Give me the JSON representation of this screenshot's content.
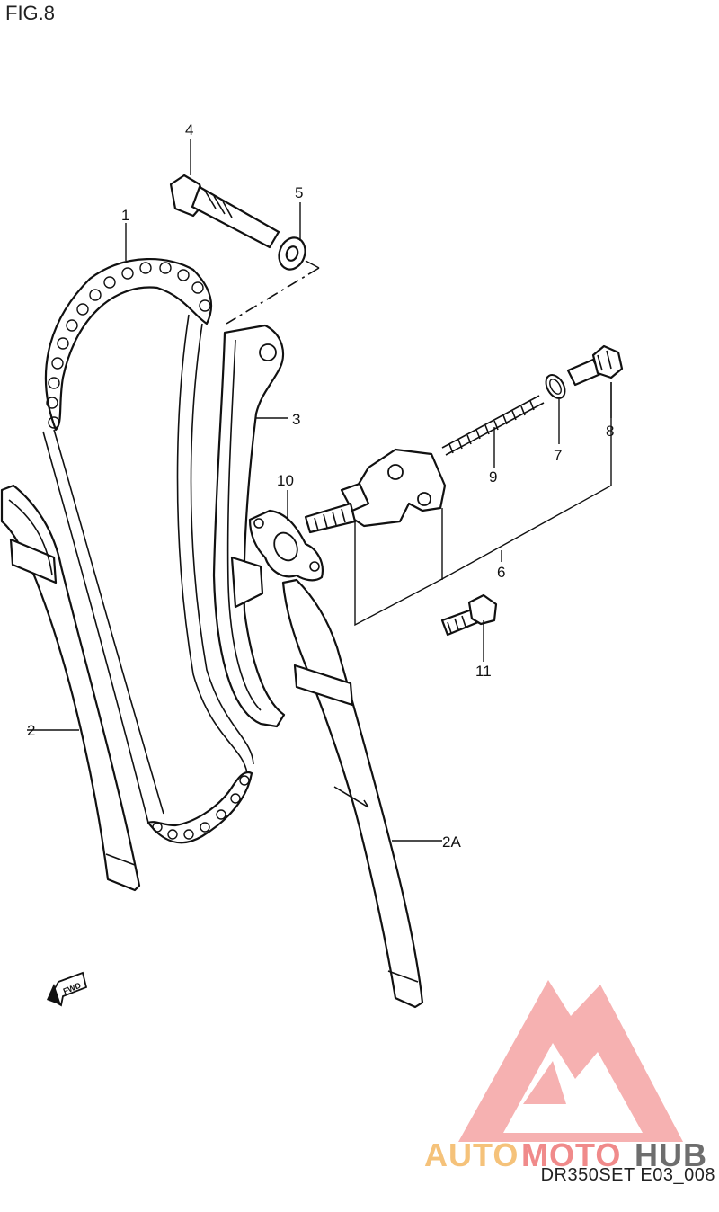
{
  "figure_title": "FIG.8",
  "drawing_code": "DR350SET E03_008",
  "direction_marker": "FWD",
  "labels": {
    "l1": "1",
    "l2": "2",
    "l2A": "2A",
    "l3": "3",
    "l4": "4",
    "l5": "5",
    "l6": "6",
    "l7": "7",
    "l8": "8",
    "l9": "9",
    "l10": "10",
    "l11": "11"
  },
  "watermark": {
    "part1": "AUTO",
    "part2": "MOTO",
    "part3": "HUB",
    "color_red": "#f08a8a",
    "color_orange": "#f5c27a",
    "color_dark": "#6e6e6e"
  }
}
